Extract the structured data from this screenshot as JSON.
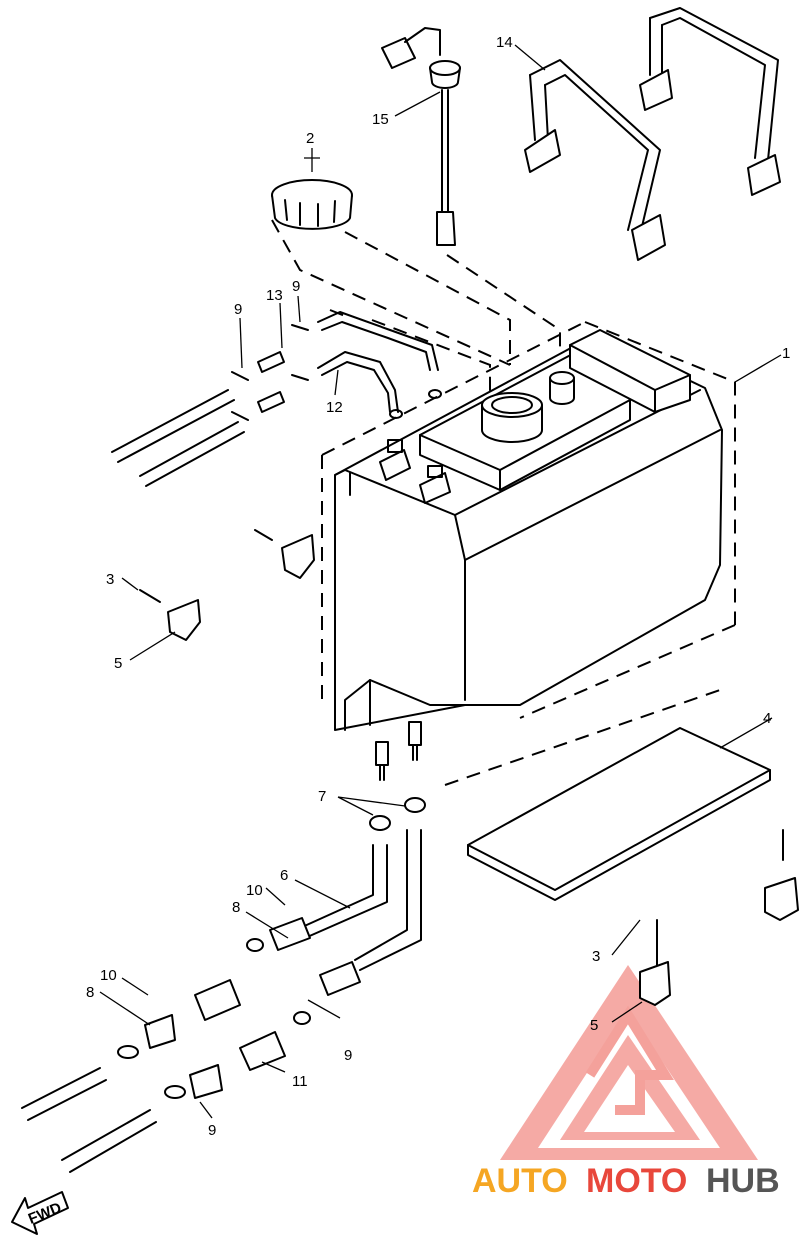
{
  "callouts": [
    {
      "id": "c1",
      "text": "1"
    },
    {
      "id": "c2",
      "text": "2"
    },
    {
      "id": "c3a",
      "text": "3"
    },
    {
      "id": "c3b",
      "text": "3"
    },
    {
      "id": "c4",
      "text": "4"
    },
    {
      "id": "c5a",
      "text": "5"
    },
    {
      "id": "c5b",
      "text": "5"
    },
    {
      "id": "c6",
      "text": "6"
    },
    {
      "id": "c7",
      "text": "7"
    },
    {
      "id": "c8a",
      "text": "8"
    },
    {
      "id": "c8b",
      "text": "8"
    },
    {
      "id": "c9a",
      "text": "9"
    },
    {
      "id": "c9b",
      "text": "9"
    },
    {
      "id": "c9c",
      "text": "9"
    },
    {
      "id": "c9d",
      "text": "9"
    },
    {
      "id": "c10a",
      "text": "10"
    },
    {
      "id": "c10b",
      "text": "10"
    },
    {
      "id": "c11",
      "text": "11"
    },
    {
      "id": "c12",
      "text": "12"
    },
    {
      "id": "c13",
      "text": "13"
    },
    {
      "id": "c14",
      "text": "14"
    },
    {
      "id": "c15",
      "text": "15"
    }
  ],
  "fwd_arrow": {
    "text": "FWD"
  },
  "watermark": {
    "part1": "AUTO",
    "part2": "MOTO",
    "part3": "HUB",
    "color1": "#f5a623",
    "color2": "#e8473b",
    "color3": "#555555"
  }
}
